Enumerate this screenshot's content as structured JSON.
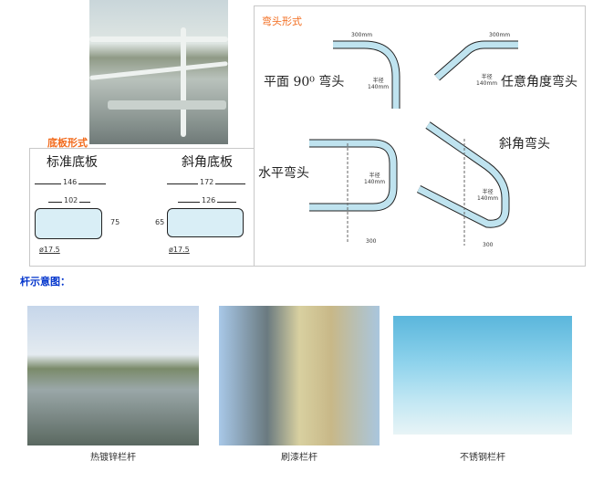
{
  "base_plate": {
    "label": "底板形式",
    "standard": {
      "title": "标准底板",
      "outer": "146",
      "inner": "102",
      "height": "75",
      "hole": "ø17.5"
    },
    "oblique": {
      "title": "斜角底板",
      "outer": "172",
      "inner": "126",
      "height": "65",
      "hole": "ø17.5"
    }
  },
  "elbow": {
    "label": "弯头形式",
    "types": [
      "平面 90⁰ 弯头",
      "任意角度弯头",
      "水平弯头",
      "斜角弯头"
    ],
    "length": "300mm",
    "length_short": "300",
    "radius_label": "半径",
    "radius": "140mm"
  },
  "gallery": {
    "label": "杆示意图：",
    "items": [
      {
        "caption": "热镀锌栏杆"
      },
      {
        "caption": "刷漆栏杆"
      },
      {
        "caption": "不锈钢栏杆"
      }
    ]
  }
}
